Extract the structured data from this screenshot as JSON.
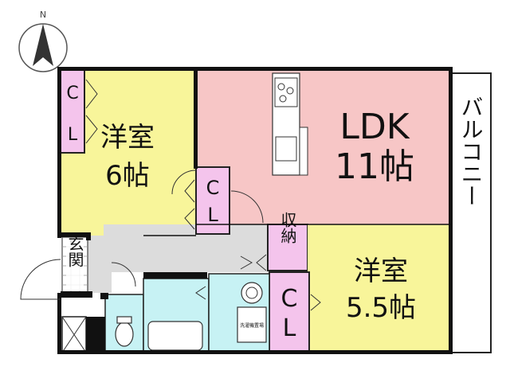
{
  "compass": {
    "north_label": "N"
  },
  "rooms": {
    "western_6": {
      "line1": "洋室",
      "line2": "6帖"
    },
    "ldk": {
      "line1": "LDK",
      "line2": "11帖"
    },
    "western_55": {
      "line1": "洋室",
      "line2": "5.5帖"
    },
    "balcony": {
      "label": "バルコニー"
    },
    "entrance": {
      "label": "玄関"
    },
    "storage": {
      "label": "収納"
    },
    "closet_top_left": {
      "c": "C",
      "l": "L"
    },
    "closet_mid": {
      "c": "C",
      "l": "L"
    },
    "closet_bottom": {
      "c": "C",
      "l": "L"
    },
    "washer_area": {
      "label": "洗濯機置場"
    }
  },
  "colors": {
    "western_room": "#f8f59a",
    "ldk": "#f7c6c6",
    "closet": "#f4c4ec",
    "water_area": "#c7f2f4",
    "hall": "#dcdcdc",
    "wall": "#111111"
  }
}
